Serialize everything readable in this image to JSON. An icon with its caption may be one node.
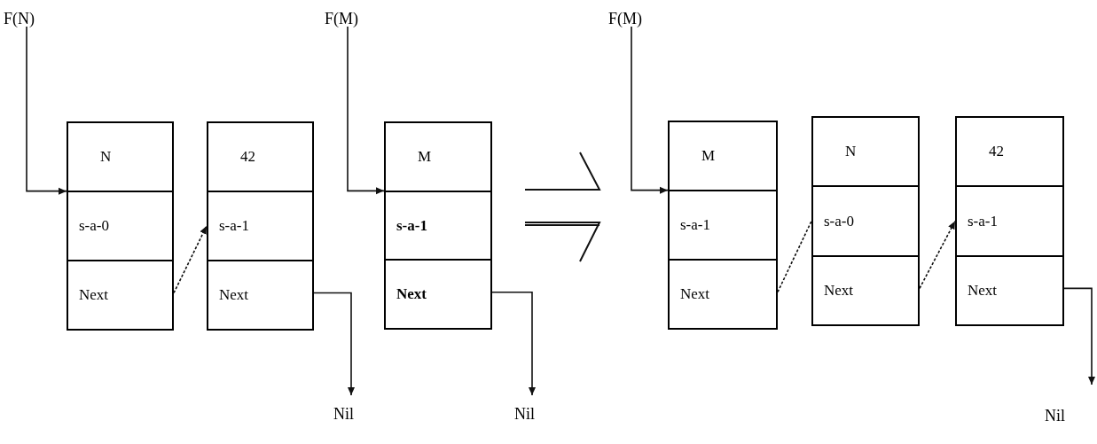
{
  "diagram": {
    "nodes": [
      {
        "text": [
          "F(N)"
        ]
      },
      {
        "text": [
          "F(M)"
        ]
      },
      {
        "text": [
          "F(M)"
        ]
      },
      {
        "text": [
          "N",
          "s-a-0",
          "Next"
        ]
      },
      {
        "text": [
          "42",
          "s-a-1",
          "Next"
        ]
      },
      {
        "text": [
          "M",
          "s-a-1",
          "Next"
        ]
      },
      {
        "text": [
          "Nil"
        ]
      },
      {
        "text": [
          "Nil"
        ]
      },
      {
        "text": [
          "M",
          "s-a-1",
          "Next"
        ]
      },
      {
        "text": [
          "N",
          "s-a-0",
          "Next"
        ]
      },
      {
        "text": [
          "42",
          "s-a-1",
          "Next"
        ]
      },
      {
        "text": [
          "Nil"
        ]
      }
    ],
    "edges": [
      {
        "from": 0,
        "to": 3,
        "arrow": "to"
      },
      {
        "from": 3,
        "to": 4,
        "arrow": "to",
        "style": "dashed"
      },
      {
        "from": 4,
        "to": 6,
        "arrow": "to"
      },
      {
        "from": 1,
        "to": 5,
        "arrow": "to"
      },
      {
        "from": 5,
        "to": 7,
        "arrow": "to"
      },
      {
        "from": 2,
        "to": 8,
        "arrow": "to"
      },
      {
        "from": 8,
        "to": 9,
        "arrow": "none",
        "style": "dashed"
      },
      {
        "from": 9,
        "to": 10,
        "arrow": "to",
        "style": "dashed"
      },
      {
        "from": 10,
        "to": 11,
        "arrow": "to"
      }
    ]
  }
}
